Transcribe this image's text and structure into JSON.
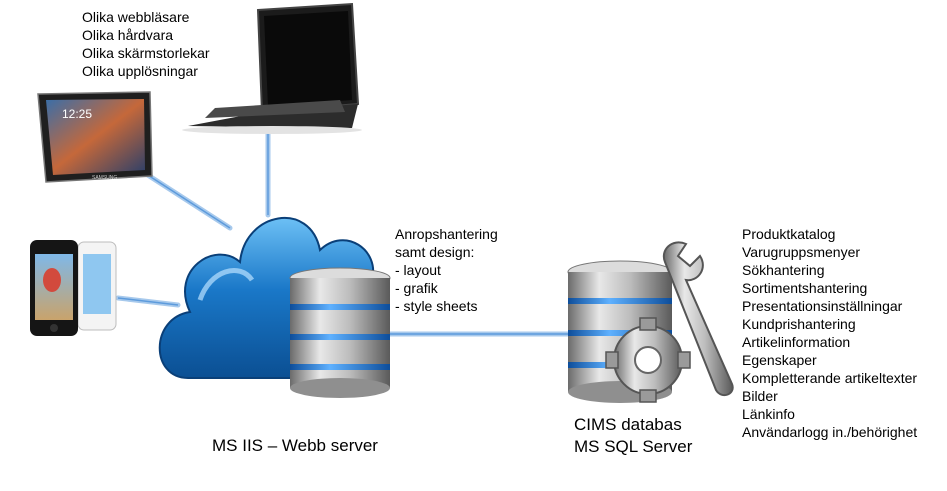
{
  "client_notes": [
    "Olika webbläsare",
    "Olika hårdvara",
    "Olika skärmstorlekar",
    "Olika upplösningar"
  ],
  "tablet": {
    "clock": "12:25",
    "brand": "SAMSUNG"
  },
  "web_server": {
    "label": "MS IIS – Webb server",
    "notes": [
      "Anropshantering",
      "samt design:",
      "- layout",
      "- grafik",
      "- style sheets"
    ]
  },
  "database": {
    "label_lines": [
      "CIMS databas",
      "MS SQL Server"
    ],
    "features": [
      "Produktkatalog",
      "Varugruppsmenyer",
      "Sökhantering",
      "Sortimentshantering",
      "Presentationsinställningar",
      "Kundprishantering",
      "Artikelinformation",
      "Egenskaper",
      "Kompletterande artikeltexter",
      "Bilder",
      "Länkinfo",
      "Användarlogg in./behörighet"
    ]
  },
  "colors": {
    "connector": "#9cc3ea",
    "cloud": "#1a78c8",
    "accent_ring": "#3f8fe0"
  }
}
